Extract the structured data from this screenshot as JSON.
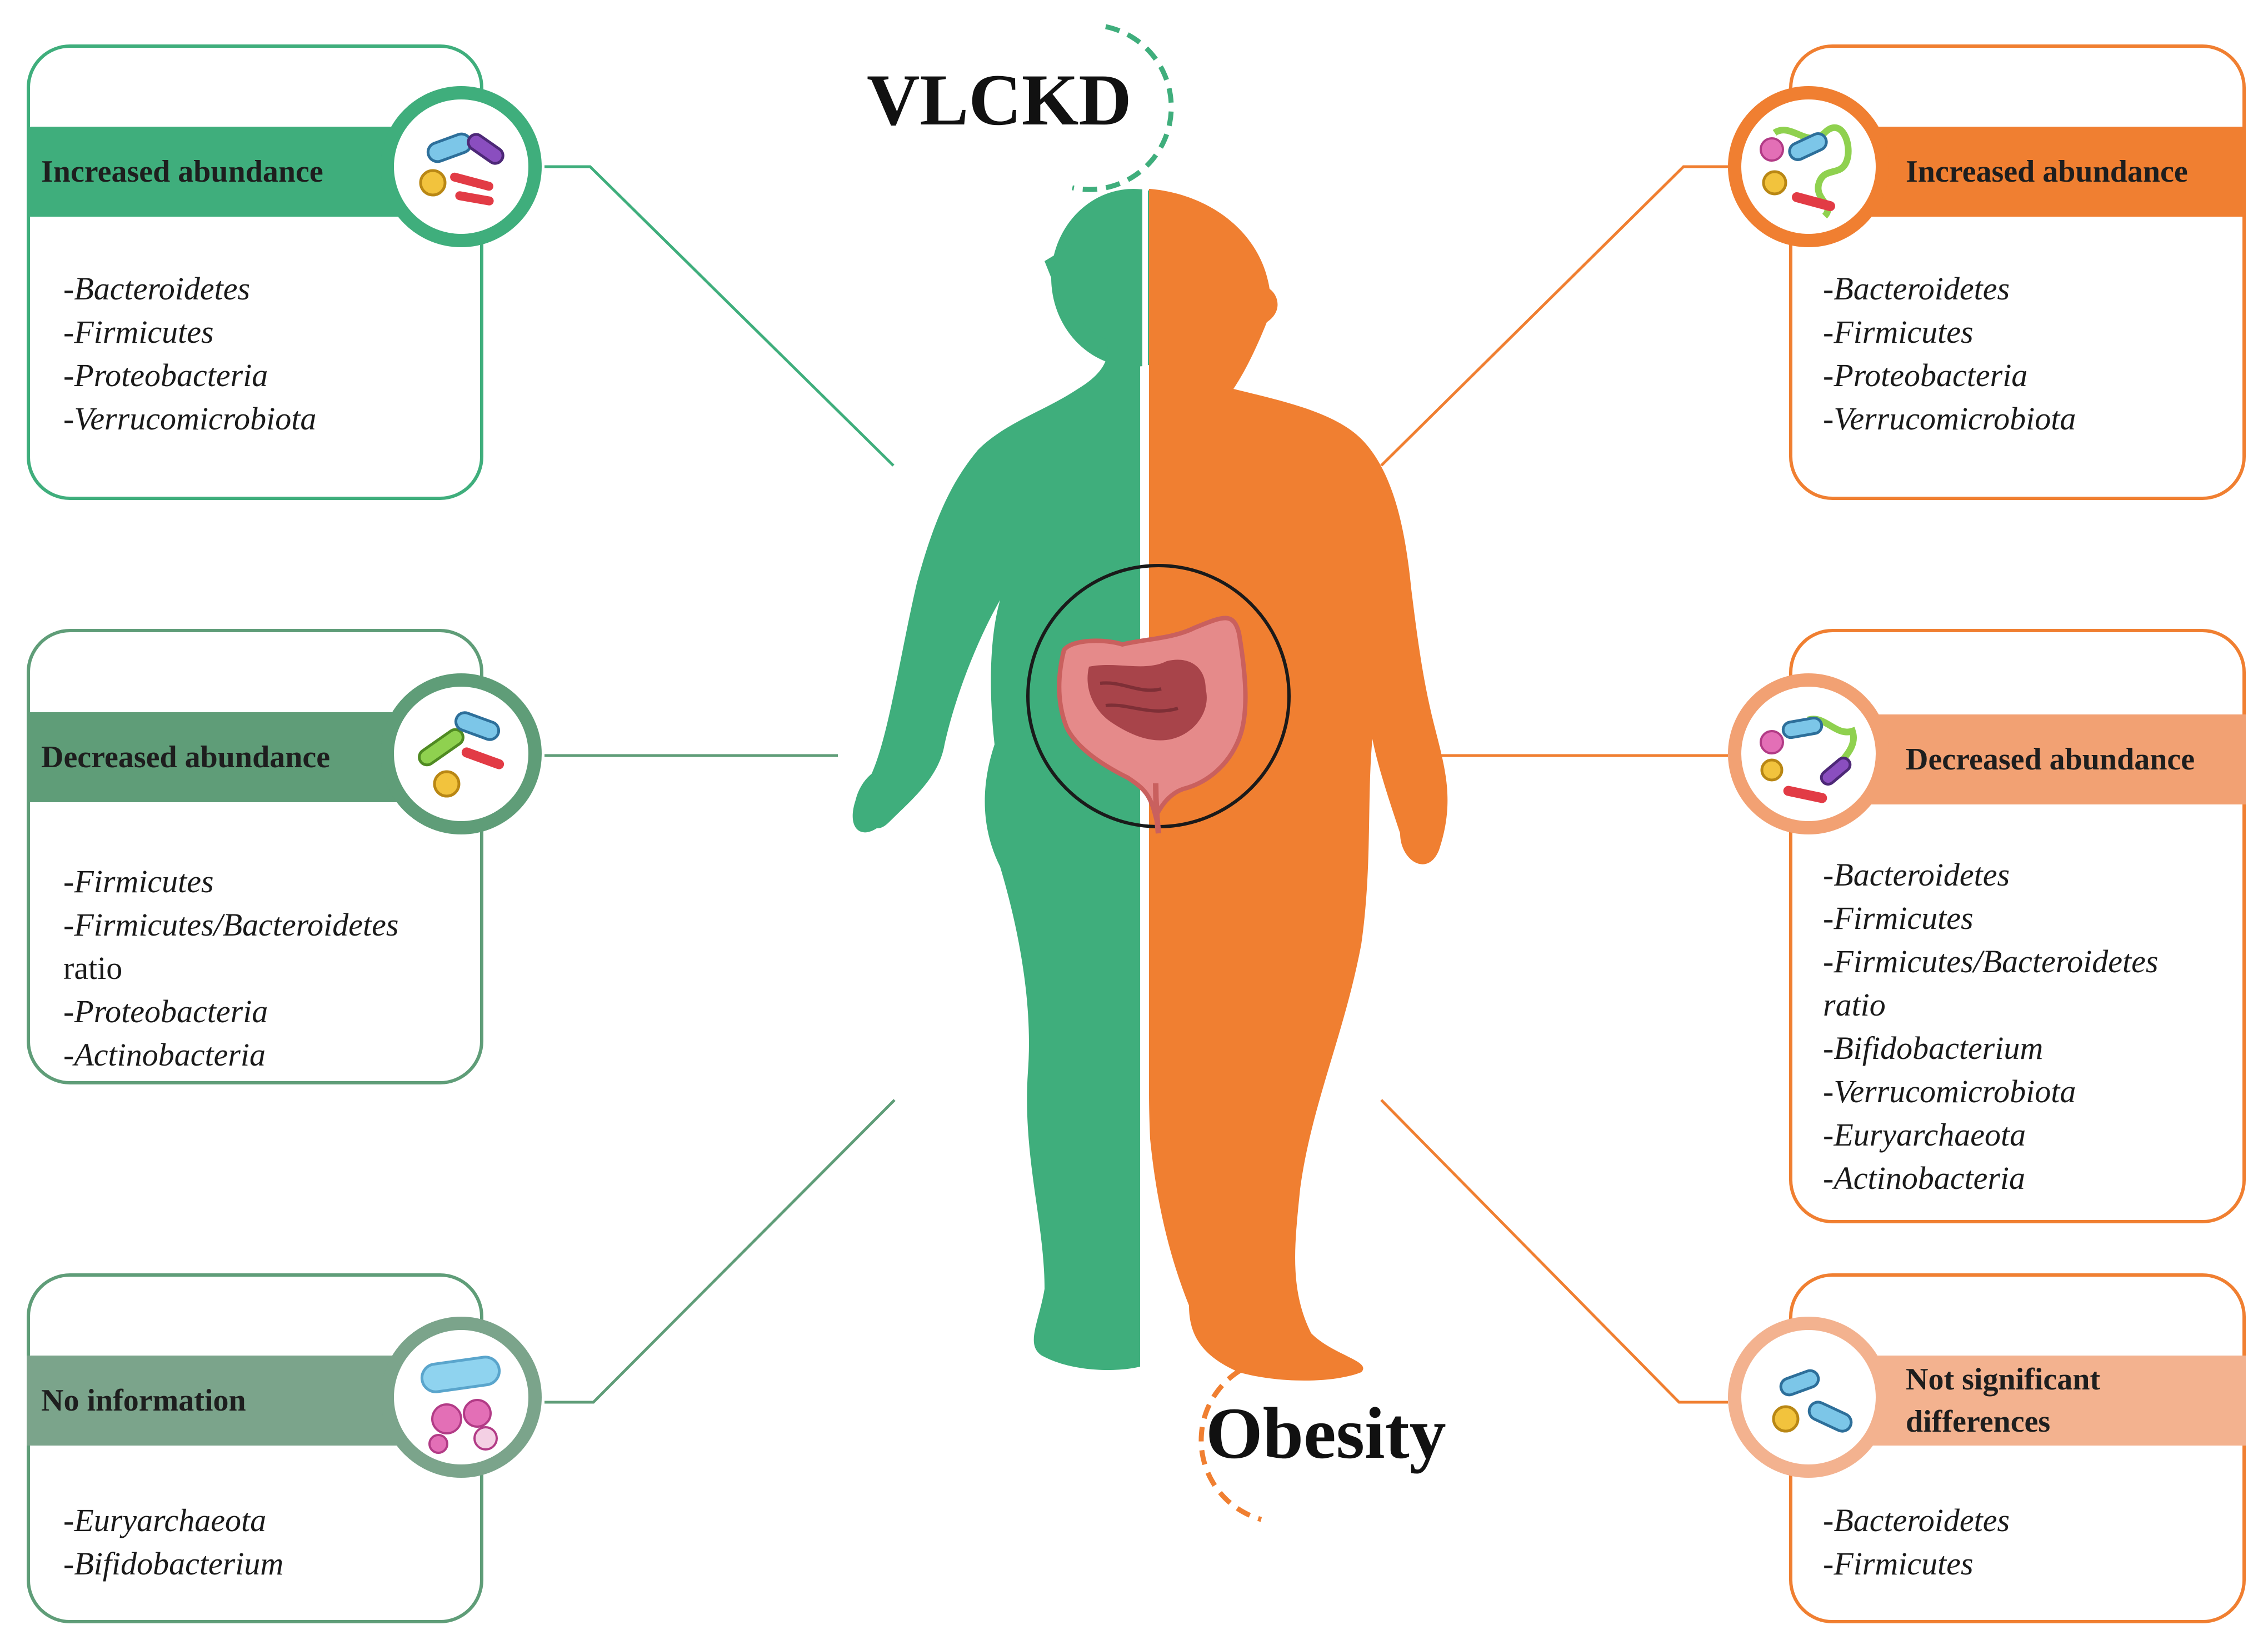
{
  "titles": {
    "vlckd": "VLCKD",
    "obesity": "Obesity"
  },
  "colors": {
    "vlckd_green": "#3fae7c",
    "obesity_orange": "#f07f31",
    "decreased_green": "#5f9d78",
    "noinfo_green": "#7ba48b",
    "decreased_orange": "#f2a173",
    "notsig_orange": "#f3b28f"
  },
  "vlckd": {
    "increased": {
      "label": "Increased abundance",
      "icon": "bacteria-cluster-icon",
      "items": [
        "-Bacteroidetes",
        "-Firmicutes",
        "-Proteobacteria",
        "-Verrucomicrobiota"
      ]
    },
    "decreased": {
      "label": "Decreased abundance",
      "icon": "bacteria-cluster-icon",
      "items": [
        "-Firmicutes",
        "-Firmicutes/Bacteroidetes",
        "ratio",
        "-Proteobacteria",
        "-Actinobacteria"
      ]
    },
    "no_information": {
      "label": "No information",
      "icon": "microbes-icon",
      "items": [
        "-Euryarchaeota",
        "-Bifidobacterium"
      ]
    }
  },
  "obesity": {
    "increased": {
      "label": "Increased abundance",
      "icon": "bacteria-cluster-icon",
      "items": [
        "-Bacteroidetes",
        "-Firmicutes",
        "-Proteobacteria",
        "-Verrucomicrobiota"
      ]
    },
    "decreased": {
      "label": "Decreased abundance",
      "icon": "bacteria-cluster-icon",
      "items": [
        "-Bacteroidetes",
        "-Firmicutes",
        "-Firmicutes/Bacteroidetes",
        "ratio",
        "-Bifidobacterium",
        "-Verrucomicrobiota",
        "-Euryarchaeota",
        "-Actinobacteria"
      ]
    },
    "not_significant": {
      "label_line1": "Not significant",
      "label_line2": "differences",
      "icon": "bacteria-cluster-icon",
      "items": [
        "-Bacteroidetes",
        "-Firmicutes"
      ]
    }
  },
  "center": {
    "figure": "human-silhouette-icon",
    "organ": "intestine-icon"
  }
}
